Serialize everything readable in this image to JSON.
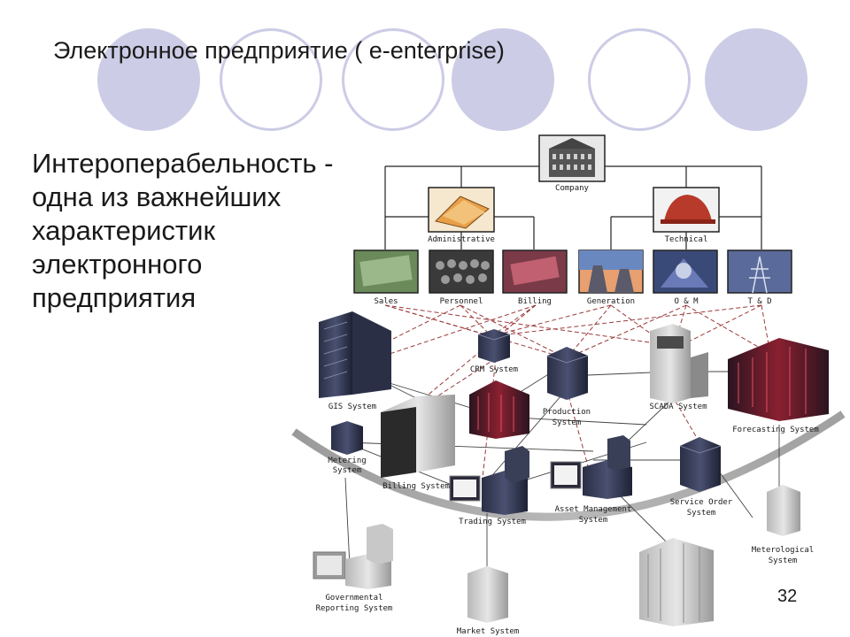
{
  "slide": {
    "title": "Электронное предприятие ( e-enterprise)",
    "body_lines": [
      "Интероперабельность -",
      "одна из важнейших",
      "характеристик",
      "электронного",
      "предприятия"
    ],
    "page_number": "32"
  },
  "diagram": {
    "org": {
      "company": "Company",
      "administrative": "Administrative",
      "technical": "Technical",
      "sales": "Sales",
      "personnel": "Personnel",
      "billing": "Billing",
      "generation": "Generation",
      "om": "O & M",
      "td": "T & D"
    },
    "systems": {
      "gis": "GIS System",
      "crm": "CRM System",
      "production_1": "Production",
      "production_2": "System",
      "scada": "SCADA System",
      "forecasting": "Forecasting System",
      "metering_1": "Metering",
      "metering_2": "System",
      "billing": "Billing System",
      "trading": "Trading System",
      "asset_1": "Asset Management",
      "asset_2": "System",
      "service_1": "Service Order",
      "service_2": "System",
      "meteo_1": "Meterological",
      "meteo_2": "System",
      "gov_1": "Governmental",
      "gov_2": "Reporting System",
      "market": "Market System"
    }
  },
  "colors": {
    "accent_circle": "#cccce6",
    "dashed_link": "#9a3a3a",
    "solid_link": "#444444"
  }
}
